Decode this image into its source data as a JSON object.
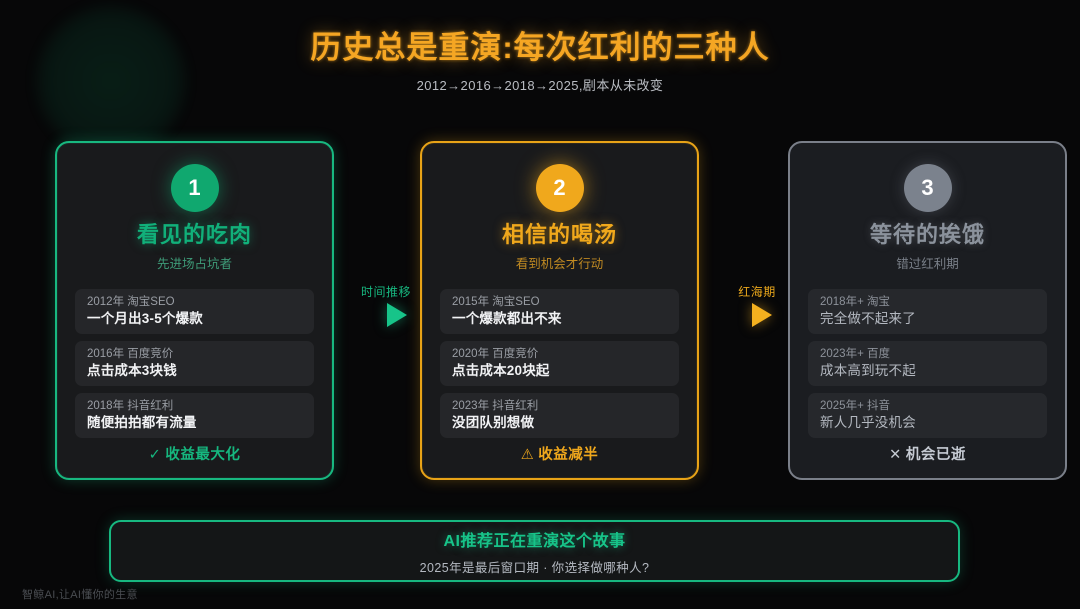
{
  "header": {
    "title": "历史总是重演:每次红利的三种人",
    "subtitle": "2012→2016→2018→2025,剧本从未改变",
    "title_color": "#f5a623"
  },
  "cards": [
    {
      "number": "1",
      "title": "看见的吃肉",
      "sub": "先进场占坑者",
      "accent": "#10a86f",
      "rows": [
        {
          "top": "2012年 淘宝SEO",
          "bot": "一个月出3-5个爆款"
        },
        {
          "top": "2016年 百度竞价",
          "bot": "点击成本3块钱"
        },
        {
          "top": "2018年 抖音红利",
          "bot": "随便拍拍都有流量"
        }
      ],
      "status_icon": "✓",
      "status": "收益最大化"
    },
    {
      "number": "2",
      "title": "相信的喝汤",
      "sub": "看到机会才行动",
      "accent": "#f0a81c",
      "rows": [
        {
          "top": "2015年 淘宝SEO",
          "bot": "一个爆款都出不来"
        },
        {
          "top": "2020年 百度竞价",
          "bot": "点击成本20块起"
        },
        {
          "top": "2023年 抖音红利",
          "bot": "没团队别想做"
        }
      ],
      "status_icon": "⚠",
      "status": "收益减半"
    },
    {
      "number": "3",
      "title": "等待的挨饿",
      "sub": "错过红利期",
      "accent": "#7b828d",
      "rows": [
        {
          "top": "2018年+ 淘宝",
          "bot": "完全做不起来了"
        },
        {
          "top": "2023年+ 百度",
          "bot": "成本高到玩不起"
        },
        {
          "top": "2025年+ 抖音",
          "bot": "新人几乎没机会"
        }
      ],
      "status_icon": "✕",
      "status": "机会已逝"
    }
  ],
  "connectors": [
    {
      "label": "时间推移",
      "color": "#17c489"
    },
    {
      "label": "红海期",
      "color": "#f3b01f"
    }
  ],
  "banner": {
    "line1": "AI推荐正在重演这个故事",
    "line2": "2025年是最后窗口期 · 你选择做哪种人?",
    "accent": "#17c489"
  },
  "watermark": "智鲸AI,让AI懂你的生意"
}
